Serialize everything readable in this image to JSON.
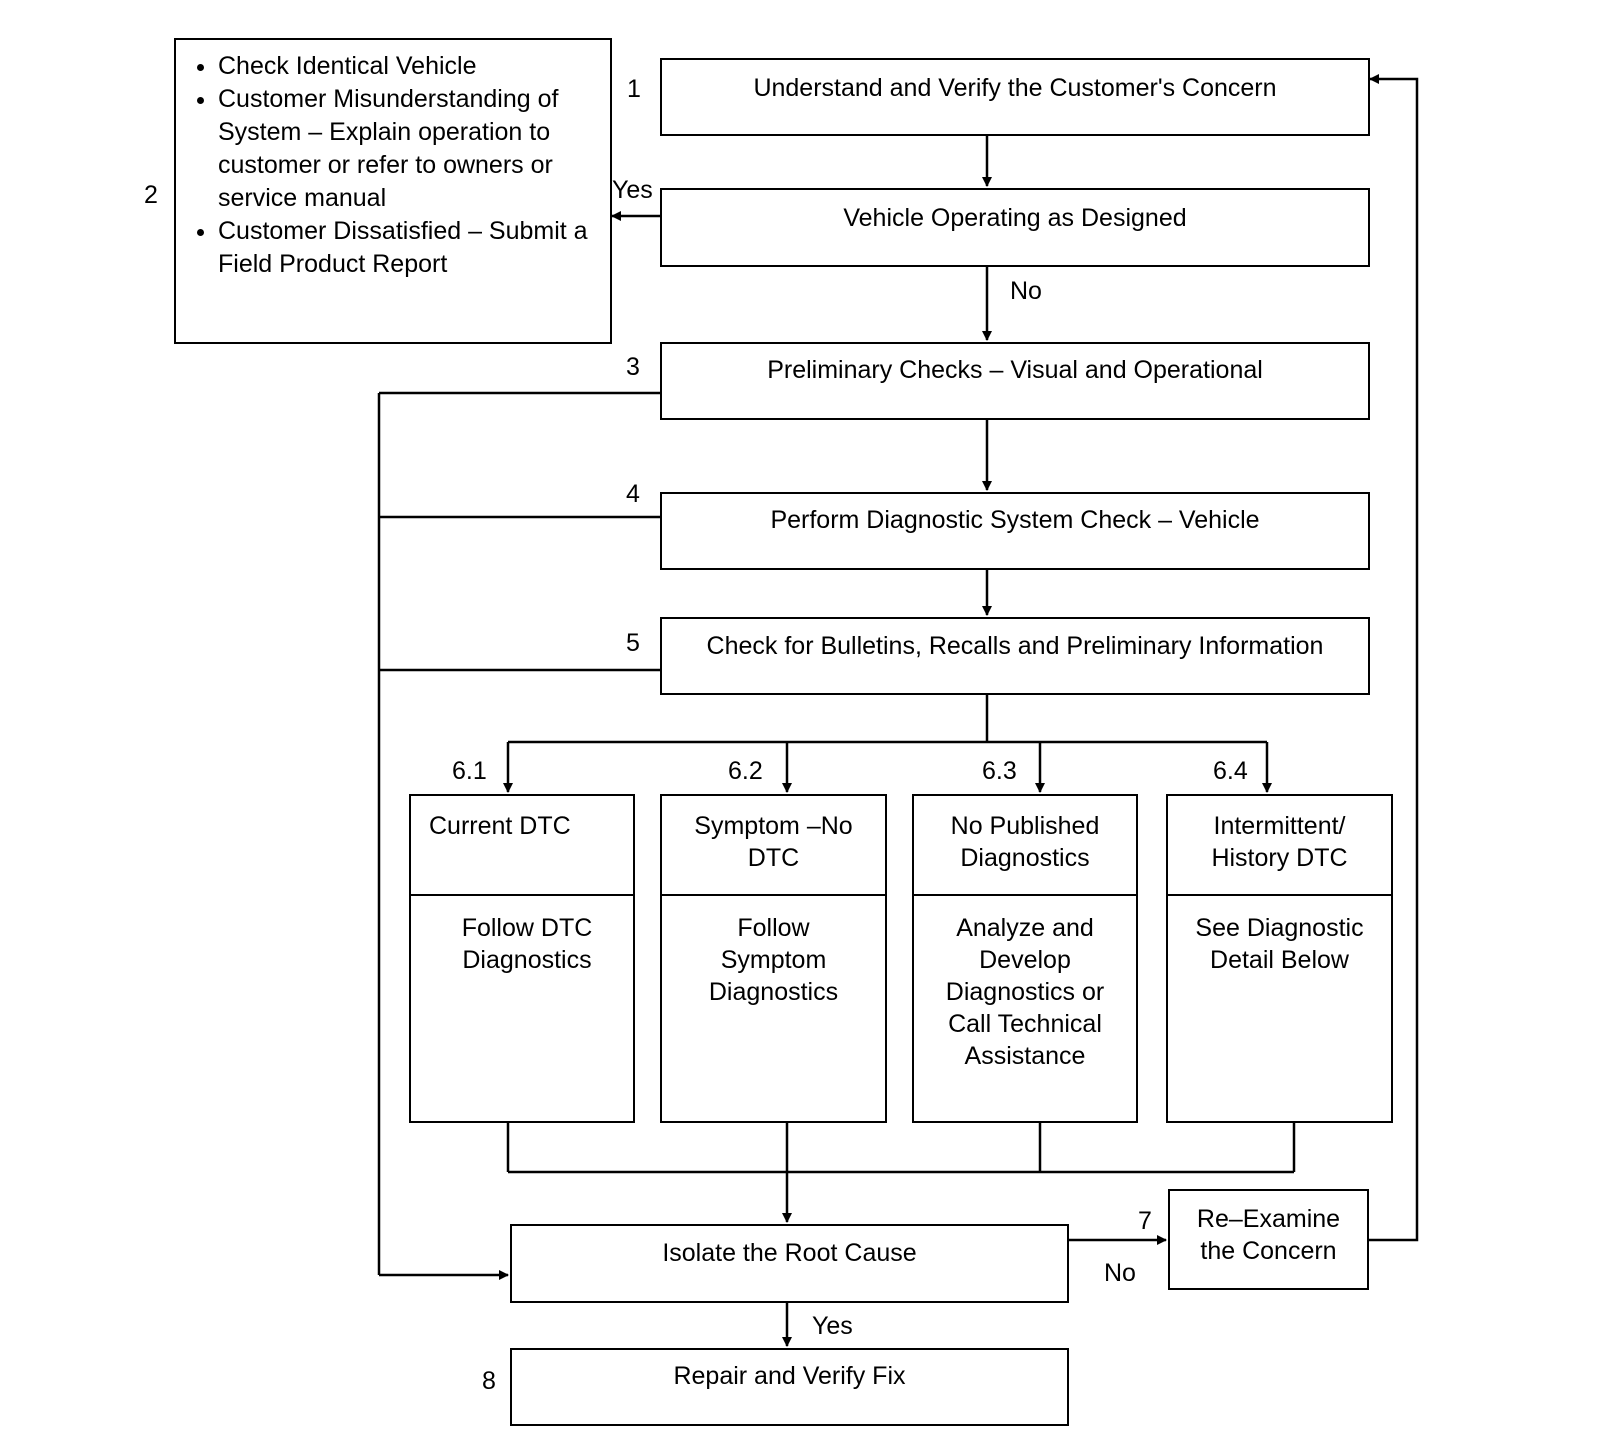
{
  "step_numbers": {
    "s1": "1",
    "s2": "2",
    "s3": "3",
    "s4": "4",
    "s5": "5",
    "s61": "6.1",
    "s62": "6.2",
    "s63": "6.3",
    "s64": "6.4",
    "s7": "7",
    "s8": "8"
  },
  "step1": "Understand and Verify the Customer's Concern",
  "step2": {
    "bullets": [
      "Check Identical Vehicle",
      "Customer Misunderstanding of System – Explain operation to customer or refer to owners or service manual",
      "Customer Dissatisfied – Submit a Field Product Report"
    ]
  },
  "vehicle_operating": "Vehicle Operating as Designed",
  "step3": "Preliminary Checks – Visual and Operational",
  "step4": "Perform Diagnostic System Check – Vehicle",
  "step5": "Check for Bulletins, Recalls and Preliminary Information",
  "step6": [
    {
      "header": "Current DTC",
      "body": "Follow DTC Diagnostics"
    },
    {
      "header": "Symptom –No DTC",
      "body": "Follow Symptom Diagnostics"
    },
    {
      "header": "No Published Diagnostics",
      "body": "Analyze and Develop Diagnostics or Call Technical Assistance"
    },
    {
      "header": "Intermittent/ History DTC",
      "body": "See Diagnostic Detail Below"
    }
  ],
  "isolate": "Isolate the Root Cause",
  "step7": "Re–Examine the Concern",
  "step8": "Repair and Verify Fix",
  "edge_labels": {
    "yes_left": "Yes",
    "no_down": "No",
    "no_right": "No",
    "yes_down": "Yes"
  }
}
